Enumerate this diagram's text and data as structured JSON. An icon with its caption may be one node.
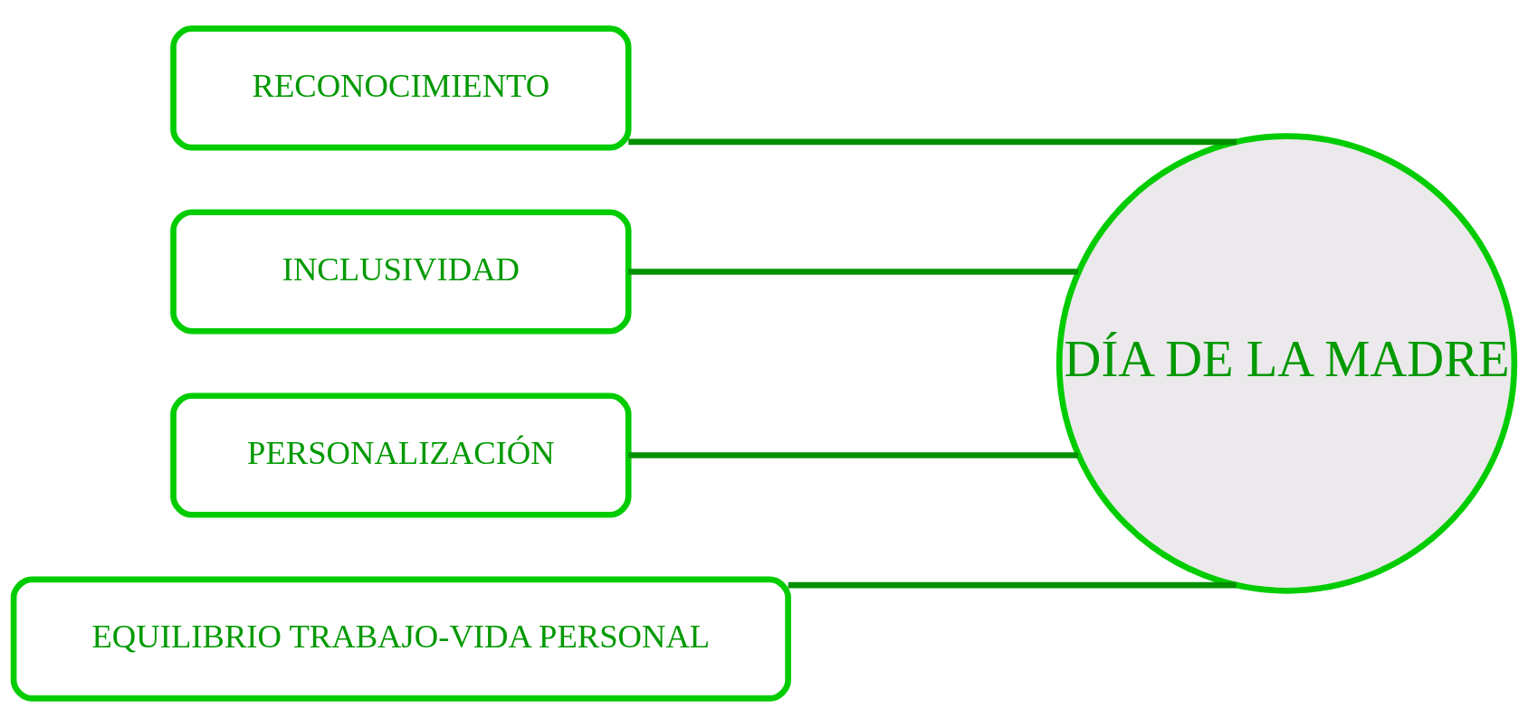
{
  "diagram": {
    "nodes": [
      {
        "text": [
          "RECONOCIMIENTO"
        ]
      },
      {
        "text": [
          "INCLUSIVIDAD"
        ]
      },
      {
        "text": [
          "PERSONALIZACIÓN"
        ]
      },
      {
        "text": [
          "EQUILIBRIO TRABAJO-VIDA PERSONAL"
        ]
      },
      {
        "text": [
          "DÍA DE LA MADRE"
        ]
      }
    ],
    "edges": [
      {
        "from": 0,
        "to": 4,
        "arrow": "none"
      },
      {
        "from": 1,
        "to": 4,
        "arrow": "none"
      },
      {
        "from": 2,
        "to": 4,
        "arrow": "none"
      },
      {
        "from": 3,
        "to": 4,
        "arrow": "none"
      }
    ]
  }
}
